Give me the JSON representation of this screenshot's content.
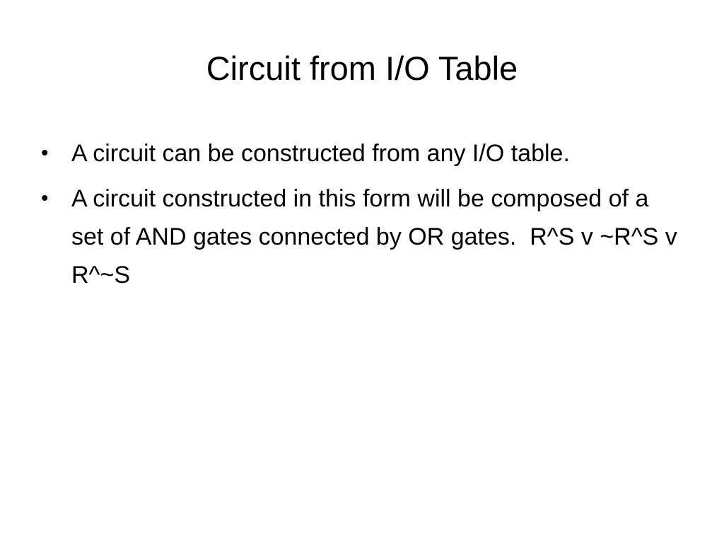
{
  "slide": {
    "title": "Circuit from I/O Table",
    "bullet_symbol": "•",
    "bullets": [
      "A circuit can be constructed from any I/O table.",
      "A circuit constructed in this form will be composed of a set of AND gates connected by OR gates.  R^S v ~R^S v R^~S"
    ]
  }
}
